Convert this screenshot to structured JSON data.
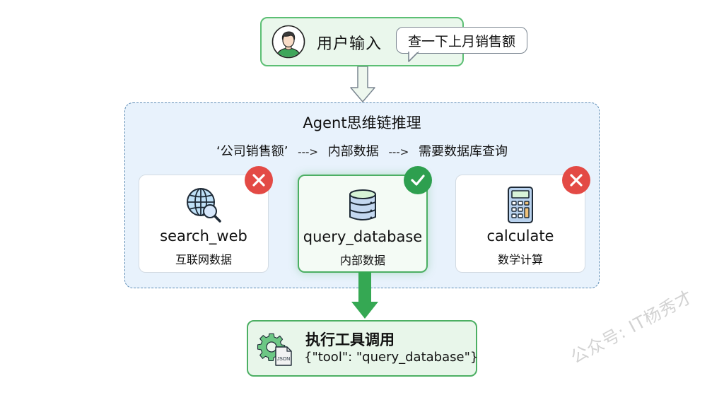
{
  "user_input": {
    "label": "用户输入",
    "message": "查一下上月销售额",
    "avatar_icon": "user-avatar-icon"
  },
  "agent": {
    "title": "Agent思维链推理",
    "chain": {
      "step1": "‘公司销售额’",
      "arrow1": "--->",
      "step2": "内部数据",
      "arrow2": "--->",
      "step3": "需要数据库查询"
    },
    "tools": [
      {
        "name": "search_web",
        "desc": "互联网数据",
        "icon": "globe-search-icon",
        "status": "rejected"
      },
      {
        "name": "query_database",
        "desc": "内部数据",
        "icon": "database-icon",
        "status": "selected"
      },
      {
        "name": "calculate",
        "desc": "数学计算",
        "icon": "calculator-icon",
        "status": "rejected"
      }
    ]
  },
  "execute": {
    "title": "执行工具调用",
    "code": "{\"tool\": \"query_database\"}",
    "icon": "gear-json-icon",
    "json_badge": "JSON"
  },
  "watermark": "公众号: IT杨秀才",
  "colors": {
    "green_accent": "#4caf63",
    "reject_red": "#e34a45",
    "success_green": "#2e9f4f",
    "panel_blue": "#e8f2fc"
  }
}
